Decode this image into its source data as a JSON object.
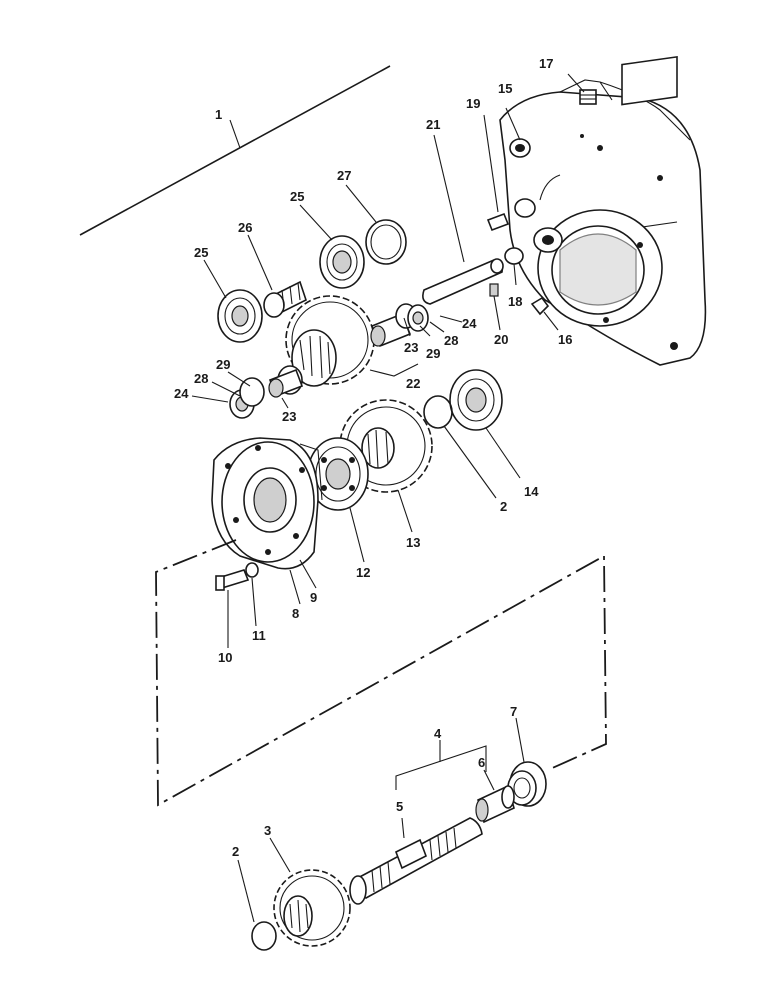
{
  "diagram": {
    "type": "exploded-parts-view",
    "callouts": {
      "c1": "1",
      "c2a": "2",
      "c2b": "2",
      "c3": "3",
      "c4": "4",
      "c5": "5",
      "c6": "6",
      "c7": "7",
      "c8": "8",
      "c9": "9",
      "c10": "10",
      "c11": "11",
      "c12": "12",
      "c13": "13",
      "c14": "14",
      "c15": "15",
      "c16": "16",
      "c17": "17",
      "c18": "18",
      "c19": "19",
      "c20": "20",
      "c21": "21",
      "c22": "22",
      "c23a": "23",
      "c23b": "23",
      "c24a": "24",
      "c24b": "24",
      "c25a": "25",
      "c25b": "25",
      "c26": "26",
      "c27": "27",
      "c28a": "28",
      "c28b": "28",
      "c29a": "29",
      "c29b": "29"
    }
  }
}
